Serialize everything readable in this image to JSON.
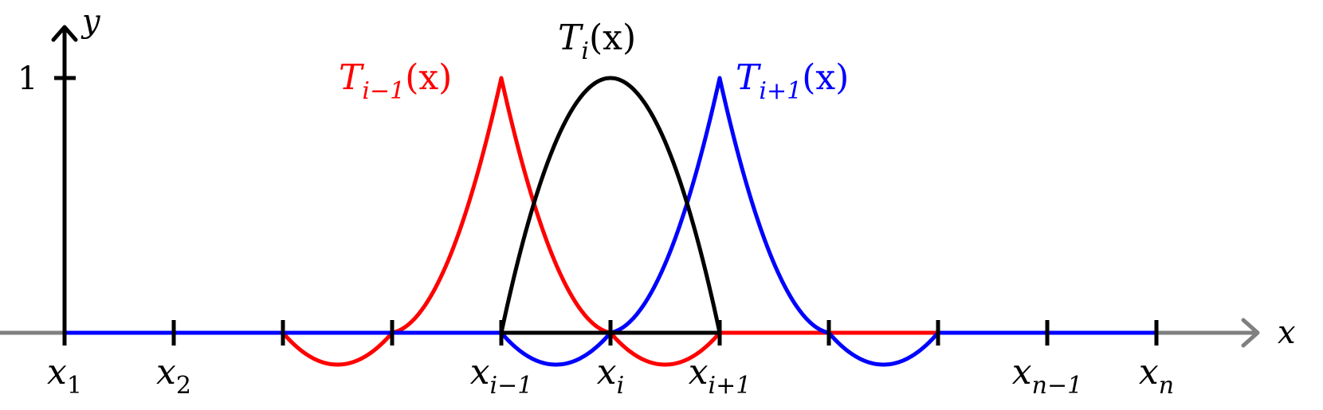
{
  "axes": {
    "x_label": "x",
    "y_label": "y",
    "y_tick_label": "1",
    "x_axis_color": "#808080",
    "y_axis_color": "#000000"
  },
  "functions": [
    {
      "id": "prev",
      "base": "T",
      "sub": "i−1",
      "arg": "(x)",
      "color": "#ff0000",
      "center_node_index": 4
    },
    {
      "id": "cur",
      "base": "T",
      "sub": "i",
      "arg": "(x)",
      "color": "#000000",
      "center_node_index": 5
    },
    {
      "id": "next",
      "base": "T",
      "sub": "i+1",
      "arg": "(x)",
      "color": "#0000ff",
      "center_node_index": 6
    }
  ],
  "nodes": [
    {
      "base": "x",
      "sub": "1"
    },
    {
      "base": "x",
      "sub": "2"
    },
    {
      "base": "",
      "sub": ""
    },
    {
      "base": "",
      "sub": ""
    },
    {
      "base": "x",
      "sub": "i−1"
    },
    {
      "base": "x",
      "sub": "i"
    },
    {
      "base": "x",
      "sub": "i+1"
    },
    {
      "base": "",
      "sub": ""
    },
    {
      "base": "",
      "sub": ""
    },
    {
      "base": "x",
      "sub": "n−1"
    },
    {
      "base": "x",
      "sub": "n"
    }
  ]
}
